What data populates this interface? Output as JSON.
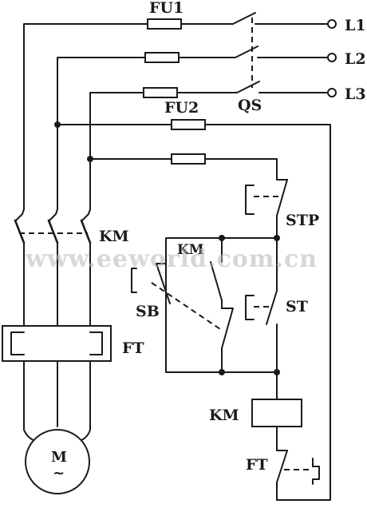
{
  "labels": {
    "fu1": "FU1",
    "fu2": "FU2",
    "l1": "L1",
    "l2": "L2",
    "l3": "L3",
    "qs": "QS",
    "stp": "STP",
    "km_main": "KM",
    "km_aux": "KM",
    "km_coil": "KM",
    "sb": "SB",
    "st": "ST",
    "ft_main": "FT",
    "ft_ctrl": "FT",
    "motor": "M",
    "motor_ac": "~"
  },
  "watermark": "www.eeworld.com.cn"
}
